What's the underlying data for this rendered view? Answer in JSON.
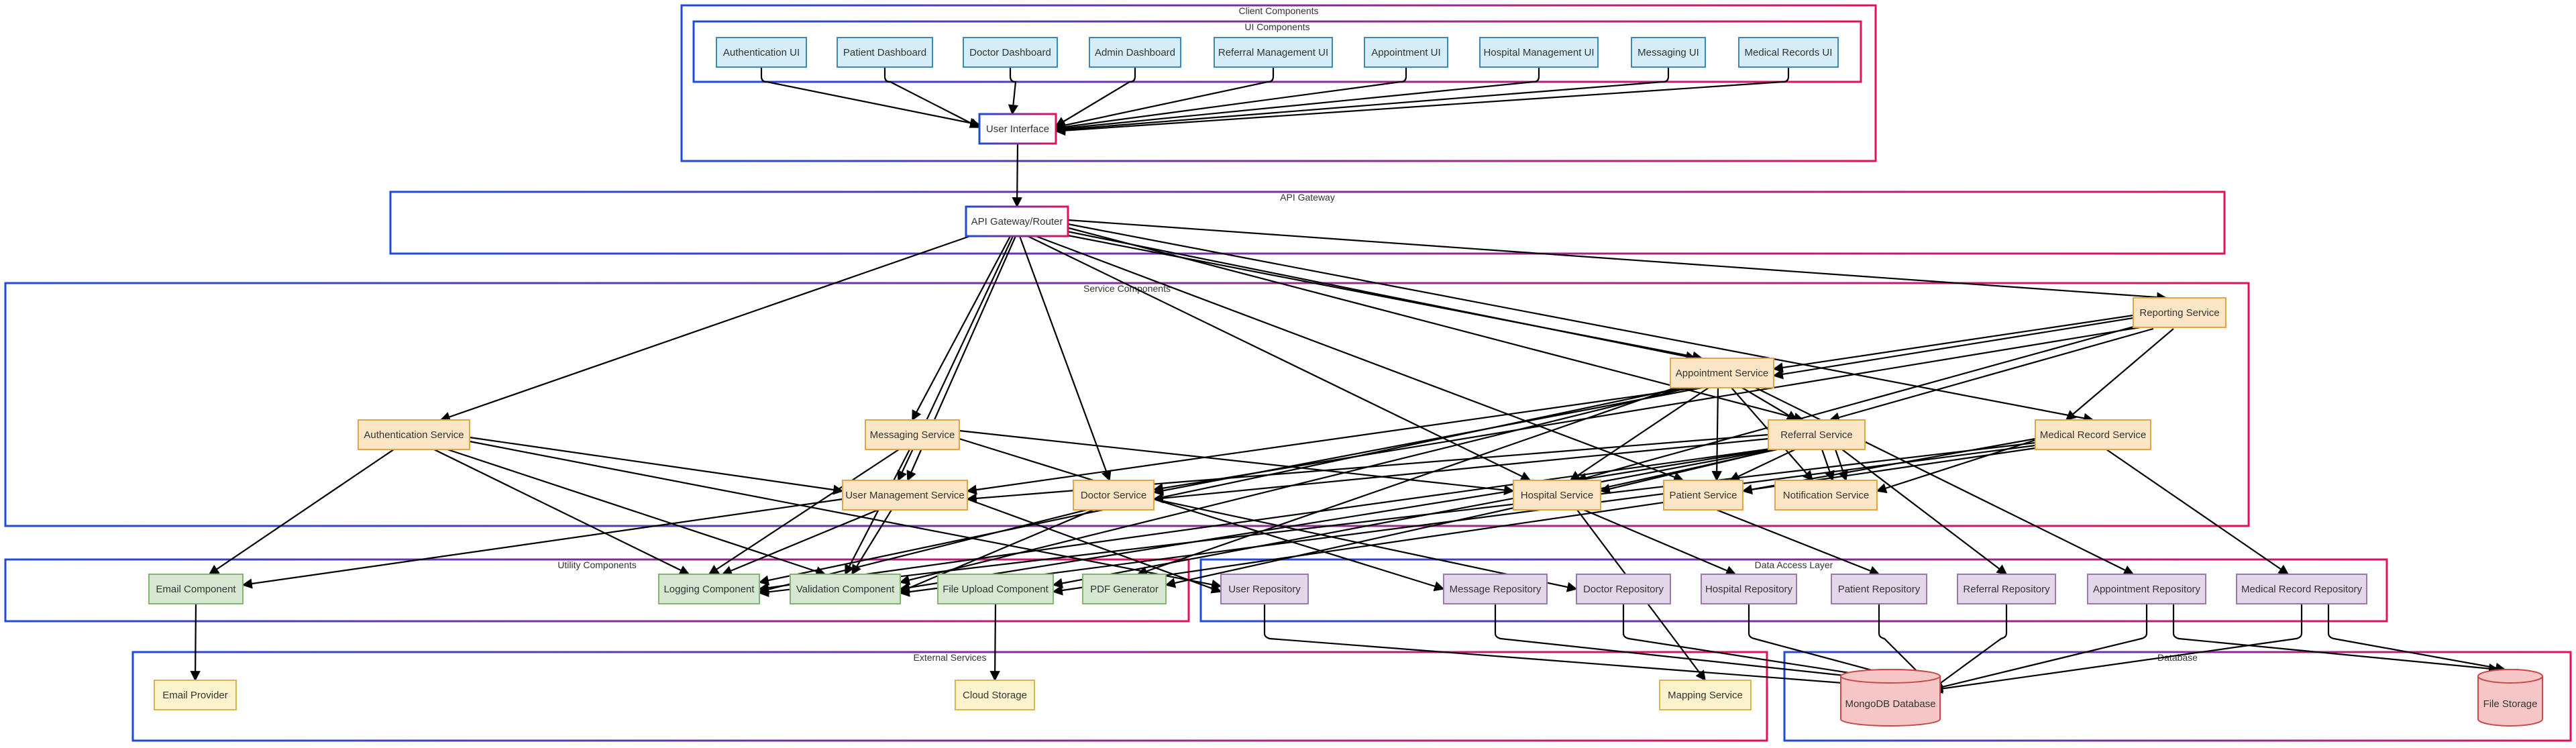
{
  "colors": {
    "group_border_start": "#1f4bd6",
    "group_border_end": "#e0115f",
    "ui_fill": "#d5eef9",
    "ui_stroke": "#3a89b8",
    "service_fill": "#fde6c6",
    "service_stroke": "#e0a449",
    "utility_fill": "#d6e8d1",
    "utility_stroke": "#86b36f",
    "repo_fill": "#e2d6e8",
    "repo_stroke": "#9a7aab",
    "external_fill": "#fdf3cc",
    "external_stroke": "#d6b64d",
    "db_fill": "#f7c6c6",
    "db_stroke": "#c84a4a",
    "white_fill": "#ffffff",
    "edge": "#000000",
    "text": "#333333"
  },
  "groups": {
    "client": "Client Components",
    "ui": "UI Components",
    "gateway": "API Gateway",
    "service": "Service Components",
    "utility": "Utility Components",
    "dal": "Data Access Layer",
    "external": "External Services",
    "database": "Database"
  },
  "nodes": {
    "auth_ui": "Authentication UI",
    "patient_dash": "Patient Dashboard",
    "doctor_dash": "Doctor Dashboard",
    "admin_dash": "Admin Dashboard",
    "referral_ui": "Referral Management UI",
    "appointment_ui": "Appointment UI",
    "hospital_ui": "Hospital Management UI",
    "messaging_ui": "Messaging UI",
    "records_ui": "Medical Records UI",
    "user_interface": "User Interface",
    "gateway": "API Gateway/Router",
    "reporting": "Reporting Service",
    "appointment_svc": "Appointment Service",
    "auth_svc": "Authentication Service",
    "messaging_svc": "Messaging Service",
    "referral_svc": "Referral Service",
    "record_svc": "Medical Record Service",
    "user_mgmt_svc": "User Management Service",
    "doctor_svc": "Doctor Service",
    "hospital_svc": "Hospital Service",
    "patient_svc": "Patient Service",
    "notification_svc": "Notification Service",
    "email_comp": "Email Component",
    "logging_comp": "Logging Component",
    "validation_comp": "Validation Component",
    "upload_comp": "File Upload Component",
    "pdf_gen": "PDF Generator",
    "user_repo": "User Repository",
    "message_repo": "Message Repository",
    "doctor_repo": "Doctor Repository",
    "hospital_repo": "Hospital Repository",
    "patient_repo": "Patient Repository",
    "referral_repo": "Referral Repository",
    "appointment_repo": "Appointment Repository",
    "record_repo": "Medical Record Repository",
    "email_provider": "Email Provider",
    "cloud_storage": "Cloud Storage",
    "mapping_svc": "Mapping Service",
    "mongodb": "MongoDB Database",
    "file_storage": "File Storage"
  }
}
